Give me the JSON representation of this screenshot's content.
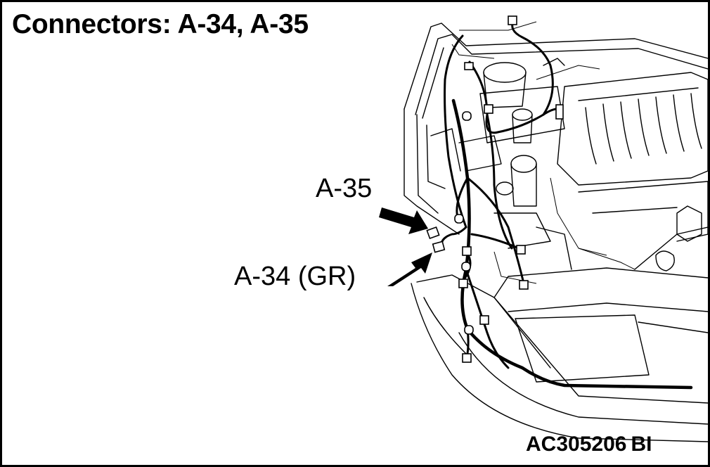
{
  "title": "Connectors: A-34, A-35",
  "callouts": {
    "a35": "A-35",
    "a34": "A-34 (GR)"
  },
  "figure_code": {
    "number": "AC305206",
    "suffix": "BI"
  },
  "colors": {
    "line": "#000000",
    "background": "#ffffff"
  }
}
